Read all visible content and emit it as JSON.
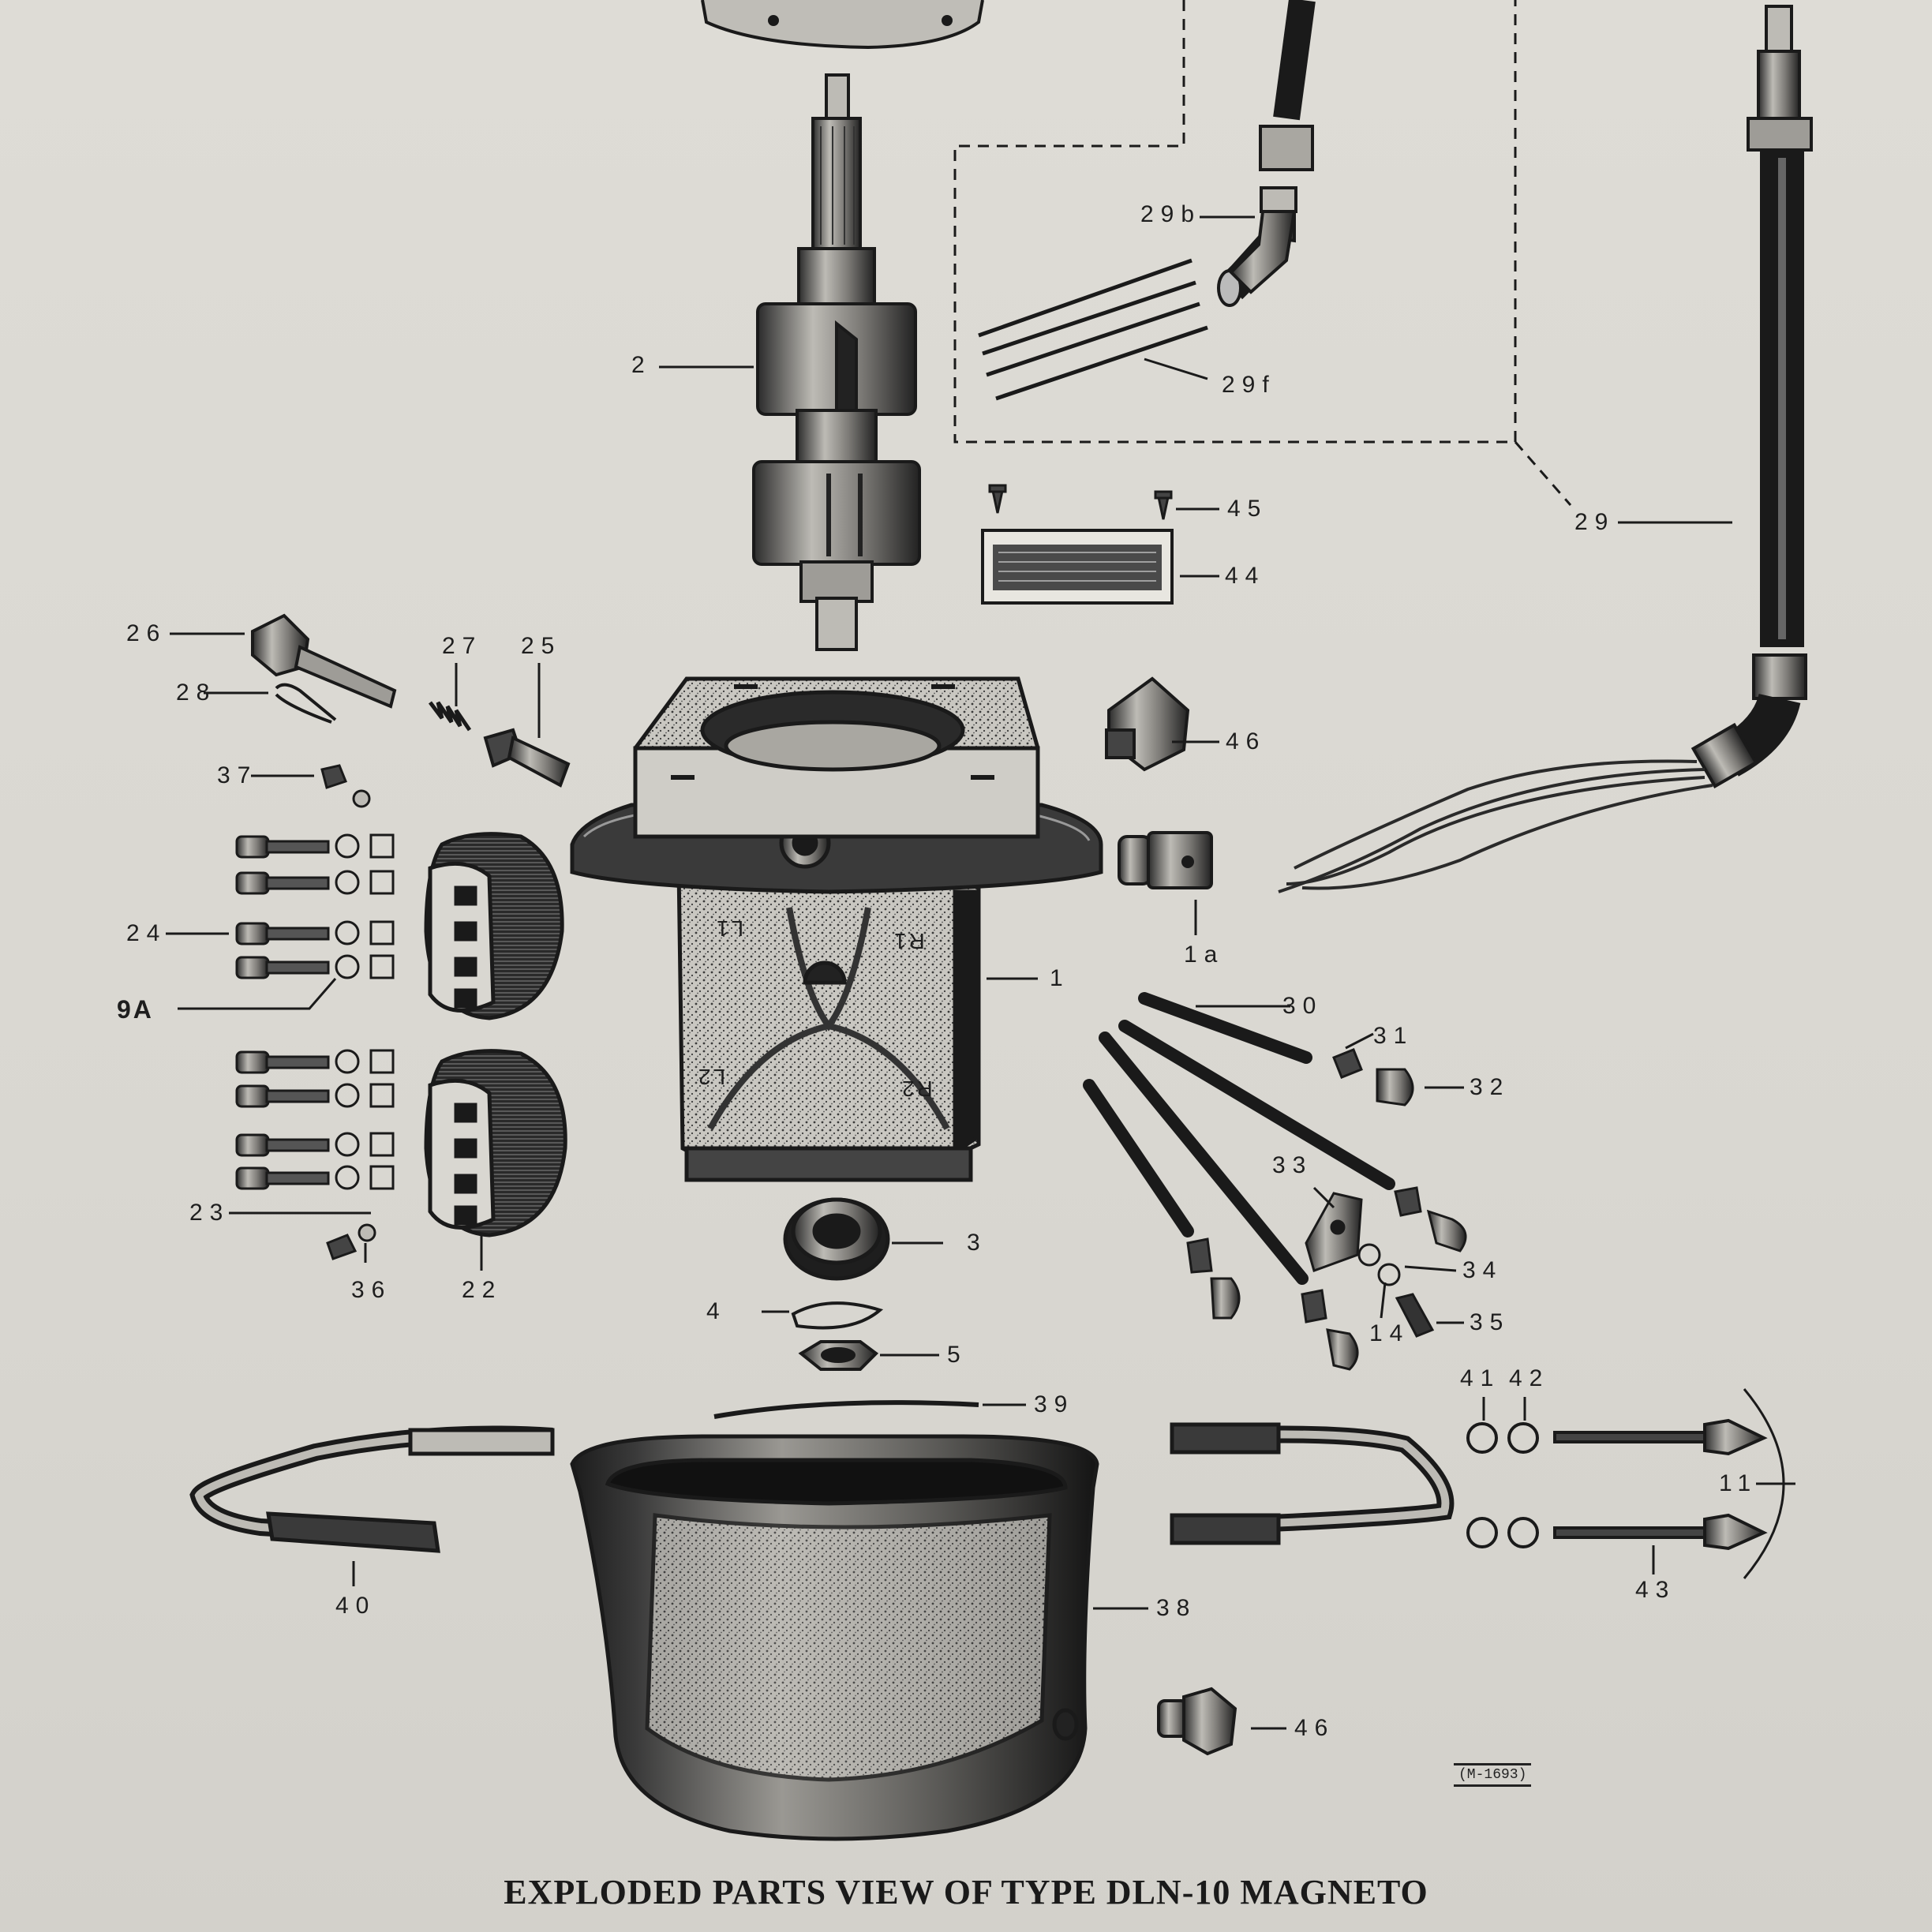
{
  "caption": "EXPLODED PARTS VIEW OF TYPE DLN-10 MAGNETO",
  "drawing_number": "(M-1693)",
  "callouts": {
    "c1": "1",
    "c1a": "1a",
    "c2": "2",
    "c3": "3",
    "c4": "4",
    "c5": "5",
    "c9A": "9A",
    "c11": "11",
    "c14": "14",
    "c22": "22",
    "c23": "23",
    "c24": "24",
    "c25": "25",
    "c26": "26",
    "c27": "27",
    "c28": "28",
    "c29": "29",
    "c29b": "29b",
    "c29f": "29f",
    "c30": "30",
    "c31": "31",
    "c32": "32",
    "c33": "33",
    "c34": "34",
    "c35": "35",
    "c36": "36",
    "c37": "37",
    "c38": "38",
    "c39": "39",
    "c40": "40",
    "c41": "41",
    "c42": "42",
    "c43": "43",
    "c44": "44",
    "c45": "45",
    "c46a": "46",
    "c46b": "46"
  },
  "housing_markings": {
    "l1": "L1",
    "r1": "R1",
    "l2": "L2",
    "r2": "R2"
  },
  "colors": {
    "paper": "#dcdad4",
    "ink": "#1a1a1a",
    "shade": "#6f6d68"
  }
}
